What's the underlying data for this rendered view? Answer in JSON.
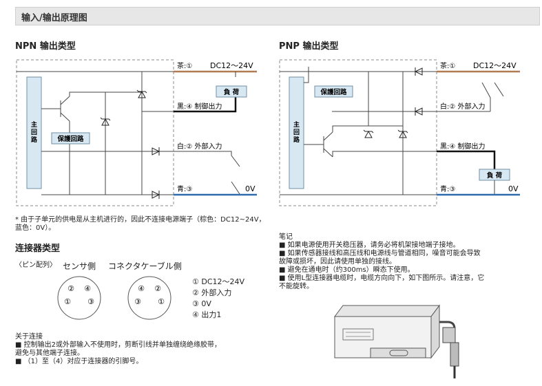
{
  "header": {
    "title": "输入/输出原理图"
  },
  "npn": {
    "title": "NPN 输出类型",
    "main_circuit": [
      "主",
      "回",
      "路"
    ],
    "protection": "保護回路",
    "load": "負 荷",
    "wire_brown": "茶:①",
    "wire_black": "黒:④ 制御出力",
    "wire_white": "白:②  外部入力",
    "wire_blue": "青:③",
    "supply": "DC12～24V",
    "zero": "0V"
  },
  "pnp": {
    "title": "PNP 输出类型",
    "main_circuit": [
      "主",
      "回",
      "路"
    ],
    "protection": "保護回路",
    "load": "負 荷",
    "wire_brown": "茶:①",
    "wire_white": "白:② 外部入力",
    "wire_black": "黒:④  制御出力",
    "wire_blue": "青:③",
    "supply": "DC12～24V",
    "zero": "0V"
  },
  "footnote": "* 由于子单元的供电是从主机进行的，因此不连接电源端子（棕色：DC12~24V，蓝色：0V）。",
  "connector": {
    "title": "连接器类型",
    "pin_label": "〈ピン配列〉",
    "sensor_side": "センサ側",
    "cable_side": "コネクタケーブル側",
    "sensor_pins": {
      "tl": "②",
      "tr": "④",
      "bl": "①",
      "br": "③"
    },
    "cable_pins": {
      "tl": "④",
      "tr": "②",
      "bl": "③",
      "br": "①"
    },
    "legend": [
      "① DC12～24V",
      "② 外部入力",
      "③ 0V",
      "④ 出力1"
    ]
  },
  "notes_right": {
    "heading": "笔记",
    "lines": [
      "■ 如果电源使用开关稳压器，请务必将机架接地端子接地。",
      "■ 如果传感器接线和高压线和电源线与管道相同，噪音可能会导致",
      "故障或损坏，因此请使用单独的接线。",
      "■ 避免在通电时（约300ms）瞬态下使用。",
      "■ 使用L型连接器电缆时，电缆方向向下，如下图所示。请注意，它",
      "不能旋转。"
    ]
  },
  "notes_bottom": {
    "heading": "关于连接",
    "lines": [
      "■ 控制输出2或外部输入不使用时，剪断引线并单独缠绕绝缘胶带，",
      "避免与其他端子连接。",
      "■ （1）至（4）对应于连接器的引脚号。"
    ]
  },
  "colors": {
    "brown": "#b07a52",
    "blue": "#2d6cae",
    "black": "#111111",
    "box_fill": "#d8e8f3",
    "box_stroke": "#6f8fa6"
  }
}
